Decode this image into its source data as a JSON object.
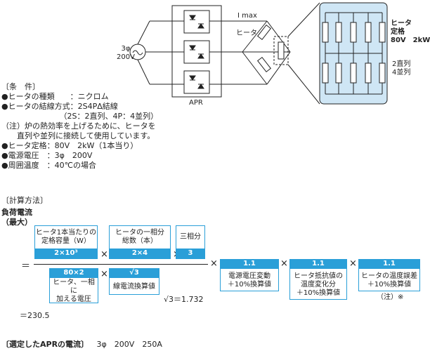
{
  "circuit": {
    "source_label_1": "3φ",
    "source_label_2": "200V",
    "imax_label": "I max",
    "heater_label": "ヒータ",
    "apr_label": "APR",
    "detail_title_1": "ヒータ",
    "detail_title_2": "定格",
    "detail_title_3": "80V　2kW",
    "detail_note_1": "2直列",
    "detail_note_2": "4並列"
  },
  "conditions": {
    "header": "〔条　件〕",
    "items": [
      "●ヒータの種類　　：ニクロム",
      "●ヒータの結線方式：2S4PΔ結線",
      "　　　　　　　　（2S：2直列、4P：4並列）",
      "（注）炉の熱効率を上げるために、ヒータを",
      "　　直列や並列に接続して使用しています。",
      "●ヒータ定格：80V　2kW（1本当り）",
      "●電源電圧　：3φ　200V",
      "●周囲温度　：40℃の場合"
    ]
  },
  "calc": {
    "header": "〔計算方法〕",
    "load_current_1": "負荷電流",
    "load_current_2": "（最大）",
    "equals": "＝",
    "times": "×",
    "box_capacity": "ヒータ1本当たりの\n定格容量（W）",
    "val_capacity": "2×10³",
    "box_count": "ヒータの一相分\n総数（本）",
    "val_count": "2×4",
    "box_phase": "三相分",
    "val_phase": "3",
    "val_voltage": "80×2",
    "box_voltage": "ヒータ、一相に\n加える電圧",
    "val_sqrt": "√3",
    "box_sqrt": "線電流換算値",
    "sqrt_note": "√3＝1.732",
    "val_f1": "1.1",
    "box_f1": "電源電圧変動\n＋10%換算値",
    "val_f2": "1.1",
    "box_f2": "ヒータ抵抗値の\n温度変化分\n＋10%換算値",
    "val_f3": "1.1",
    "box_f3": "ヒータの温度誤差\n＋10%換算値",
    "note_mark": "（注）※",
    "result": "＝230.5"
  },
  "selected": {
    "label": "〔選定したAPRの電流〕",
    "value": "3φ　200V　250A"
  },
  "colors": {
    "accent": "#2a9fd8",
    "panel": "#cfe6f5"
  }
}
